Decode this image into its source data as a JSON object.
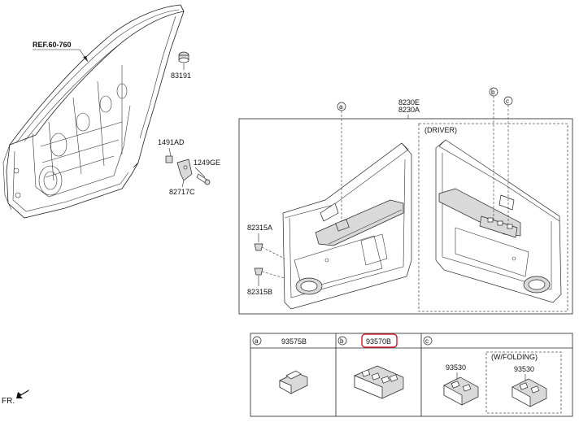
{
  "labels": {
    "ref": "REF.60-760",
    "p83191": "83191",
    "p1491ad": "1491AD",
    "p1249ge": "1249GE",
    "p82717c": "82717C",
    "p8230e": "8230E",
    "p8230a": "8230A",
    "driver": "(DRIVER)",
    "p82315a": "82315A",
    "p82315b": "82315B",
    "fr": "FR."
  },
  "callouts": {
    "a": "a",
    "b": "b",
    "c": "c"
  },
  "table": {
    "cells": [
      {
        "letter": "a",
        "part": "93575B"
      },
      {
        "letter": "b",
        "part": "93570B"
      },
      {
        "letter": "c",
        "part": ""
      }
    ],
    "folding_note": "(W/FOLDING)",
    "p93530_left": "93530",
    "p93530_right": "93530"
  },
  "colors": {
    "highlight": "#d0021b",
    "line": "#222222",
    "shade": "#d9d9d9"
  },
  "icons": {
    "front-arrow": "arrow-down-left"
  }
}
